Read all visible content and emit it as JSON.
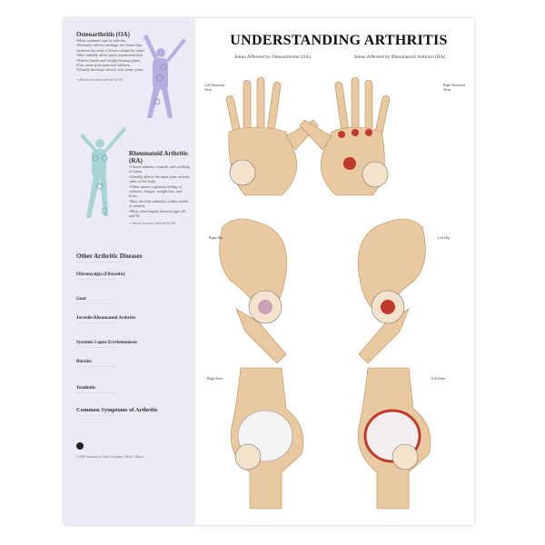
{
  "title": "UNDERSTANDING ARTHRITIS",
  "oa": {
    "heading": "Osteoarthritis (OA)",
    "bullets": [
      "•Most common type of arthritis.",
      "•Primarily affects cartilage, the tissue that cushions the ends of bones within the joints.",
      "•May initially affect joints asymmetrically.",
      "•Affects hands and weight-bearing joints.",
      "•Can cause joint pain and stiffness.",
      "•Usually develops slowly over many years."
    ],
    "legend": "= denotes area most affected by OA"
  },
  "ra": {
    "heading": "Rheumatoid Arthritis (RA)",
    "bullets": [
      "•Causes redness, warmth, and swelling of joints.",
      "•Usually affects the same joint on both sides of the body.",
      "•Often causes a general feeling of sickness, fatigue, weight loss, and fever.",
      "•May develop suddenly, within weeks or months.",
      "•Most often begins between ages 25 and 50."
    ],
    "legend": "= denotes area most affected by RA"
  },
  "other": {
    "heading": "Other Arthritic Diseases",
    "sections": [
      "Fibromyalgia (Fibrositis)",
      "Gout",
      "Juvenile Rheumatoid Arthritis",
      "Systemic Lupus Erythematosus",
      "Bursitis",
      "Tendinitis"
    ]
  },
  "symptoms": {
    "heading": "Common Symptoms of Arthritis"
  },
  "footer": "©2000 Anatomical Chart Company, Skokie, Illinois",
  "main": {
    "oa_sub": "Joints Affected by Osteoarthritis (OA)",
    "ra_sub": "Joints Affected by Rheumatoid Arthritis (RA)",
    "left_hand": "Left Hand and Wrist",
    "right_hand": "Right Hand and Wrist",
    "right_hip": "Right Hip",
    "left_hip": "Left Hip",
    "right_knee": "Right Knee",
    "left_knee": "Left Knee"
  },
  "colors": {
    "panel": "#eceaf6",
    "oa_figure": "#b7aee0",
    "ra_figure": "#a9d4d6",
    "bone": "#e9c9a0",
    "inflamed": "#c0392b"
  }
}
